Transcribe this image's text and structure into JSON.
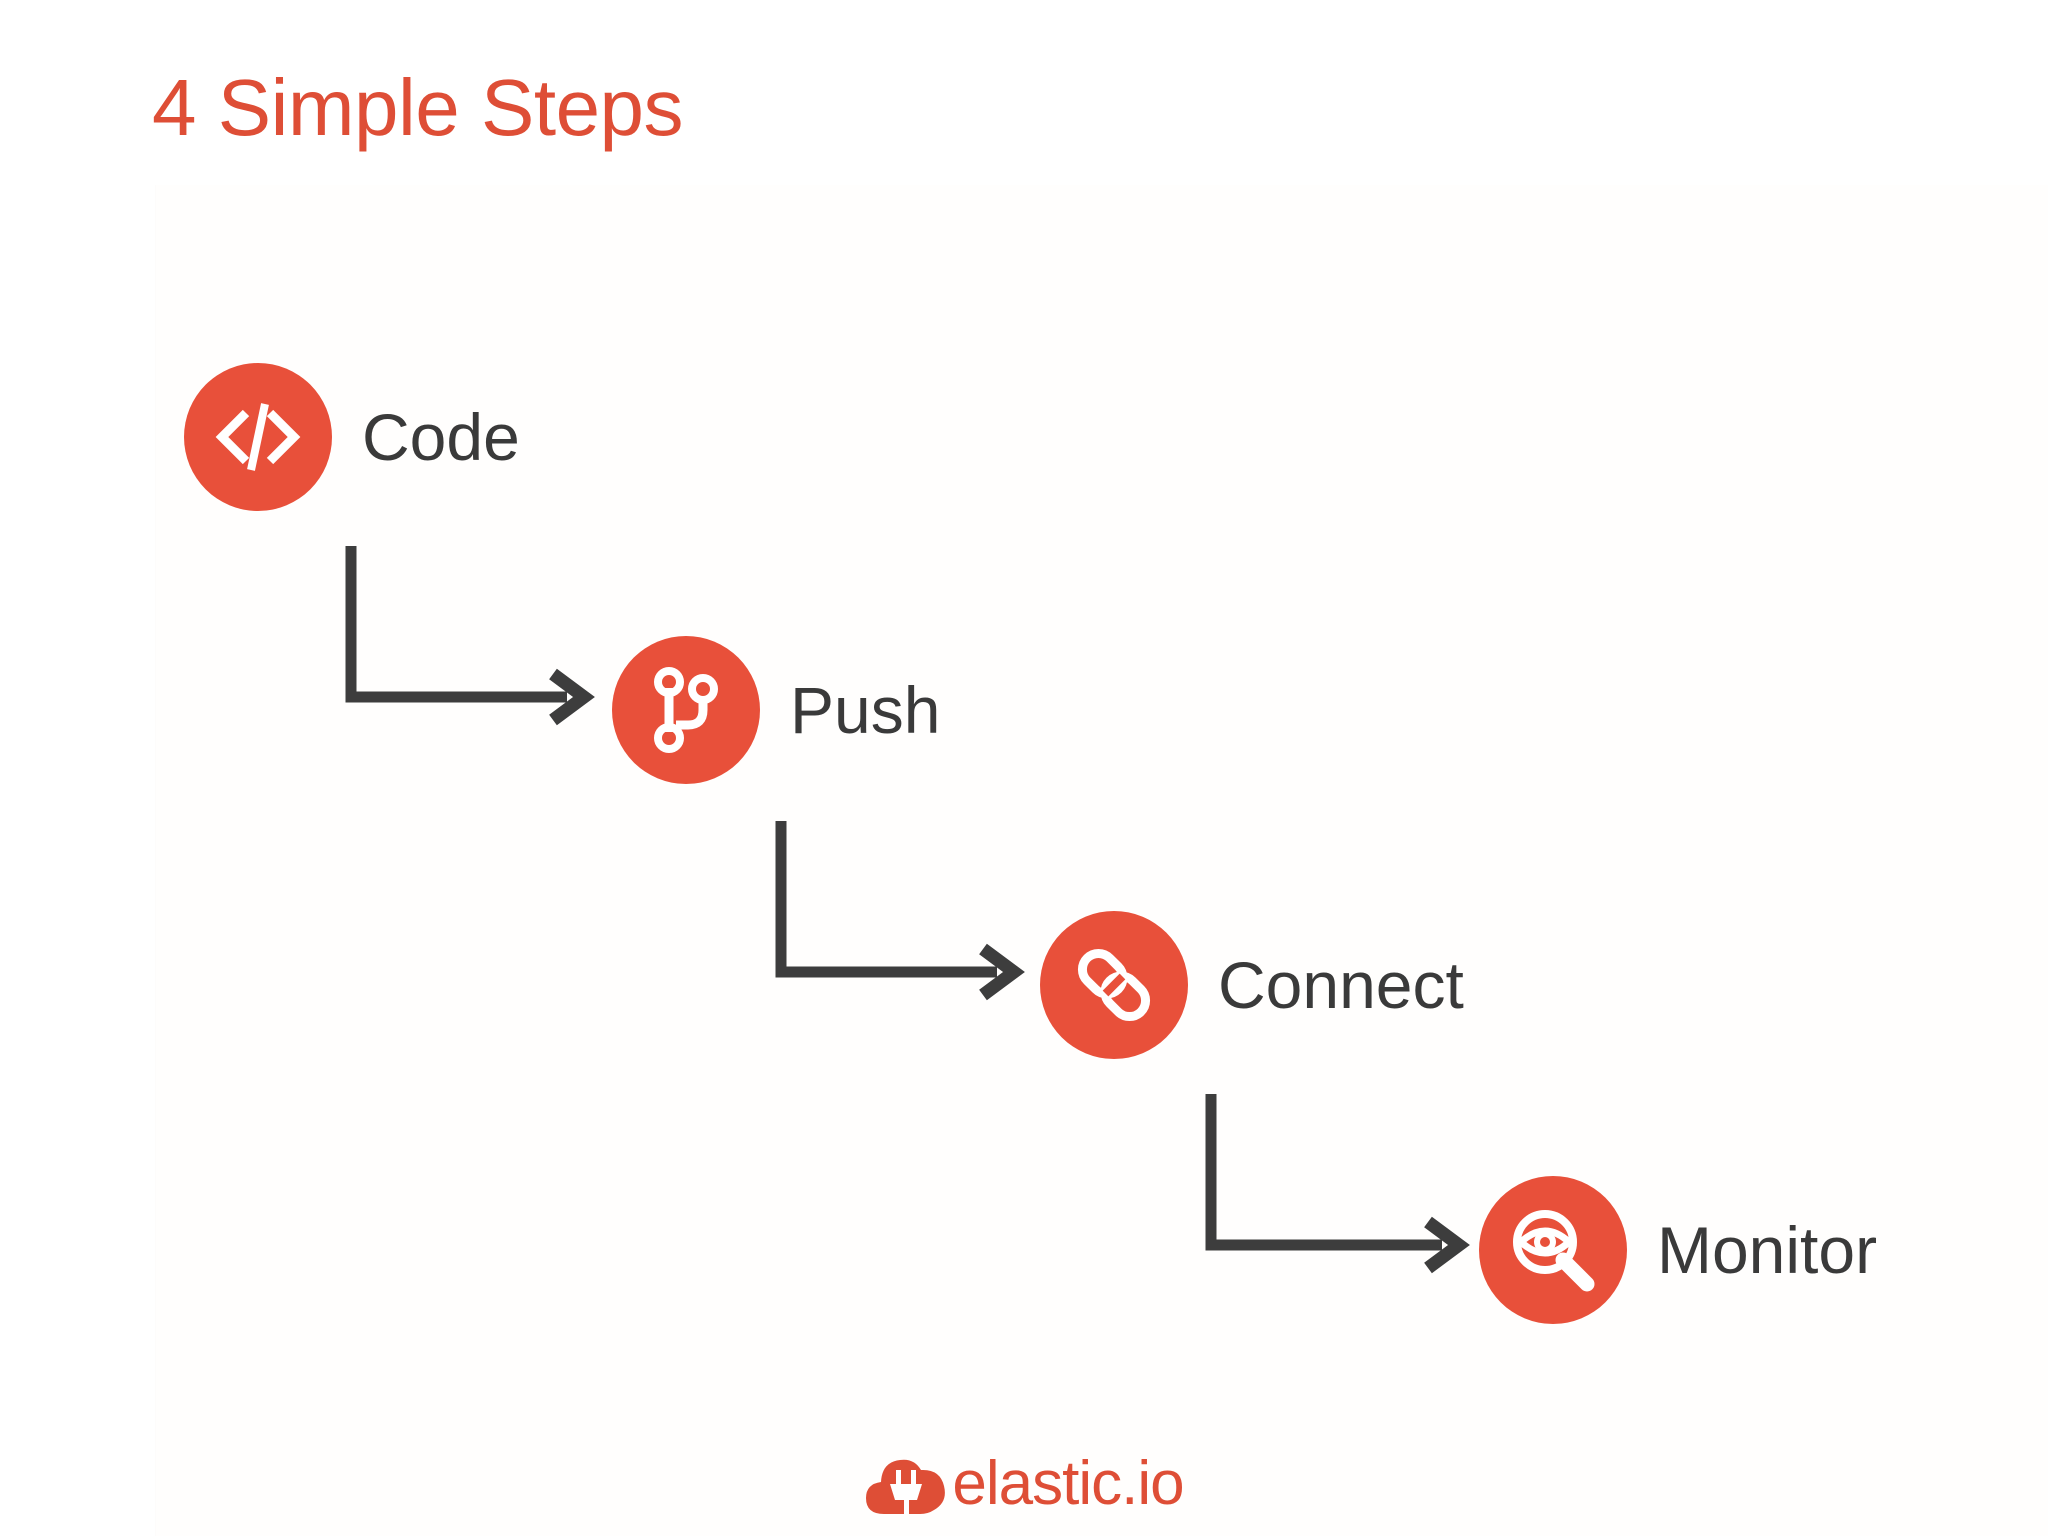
{
  "slide": {
    "title": "4 Simple Steps",
    "background_color": "#ffffff",
    "accent_color": "#E8503A",
    "title_color": "#DE4E36",
    "label_color": "#3A3A3A",
    "connector_color": "#3D3D3D"
  },
  "steps": [
    {
      "label": "Code",
      "icon": "code-brackets-icon"
    },
    {
      "label": "Push",
      "icon": "git-branch-icon"
    },
    {
      "label": "Connect",
      "icon": "chain-link-icon"
    },
    {
      "label": "Monitor",
      "icon": "magnifier-eye-icon"
    }
  ],
  "connectors": [
    {
      "from": "Code",
      "to": "Push",
      "shape": "elbow-down-right-arrow"
    },
    {
      "from": "Push",
      "to": "Connect",
      "shape": "elbow-down-right-arrow"
    },
    {
      "from": "Connect",
      "to": "Monitor",
      "shape": "elbow-down-right-arrow"
    }
  ],
  "footer": {
    "logo_icon": "cloud-plug-icon",
    "wordmark": "elastic.io",
    "color": "#DE4E36"
  }
}
